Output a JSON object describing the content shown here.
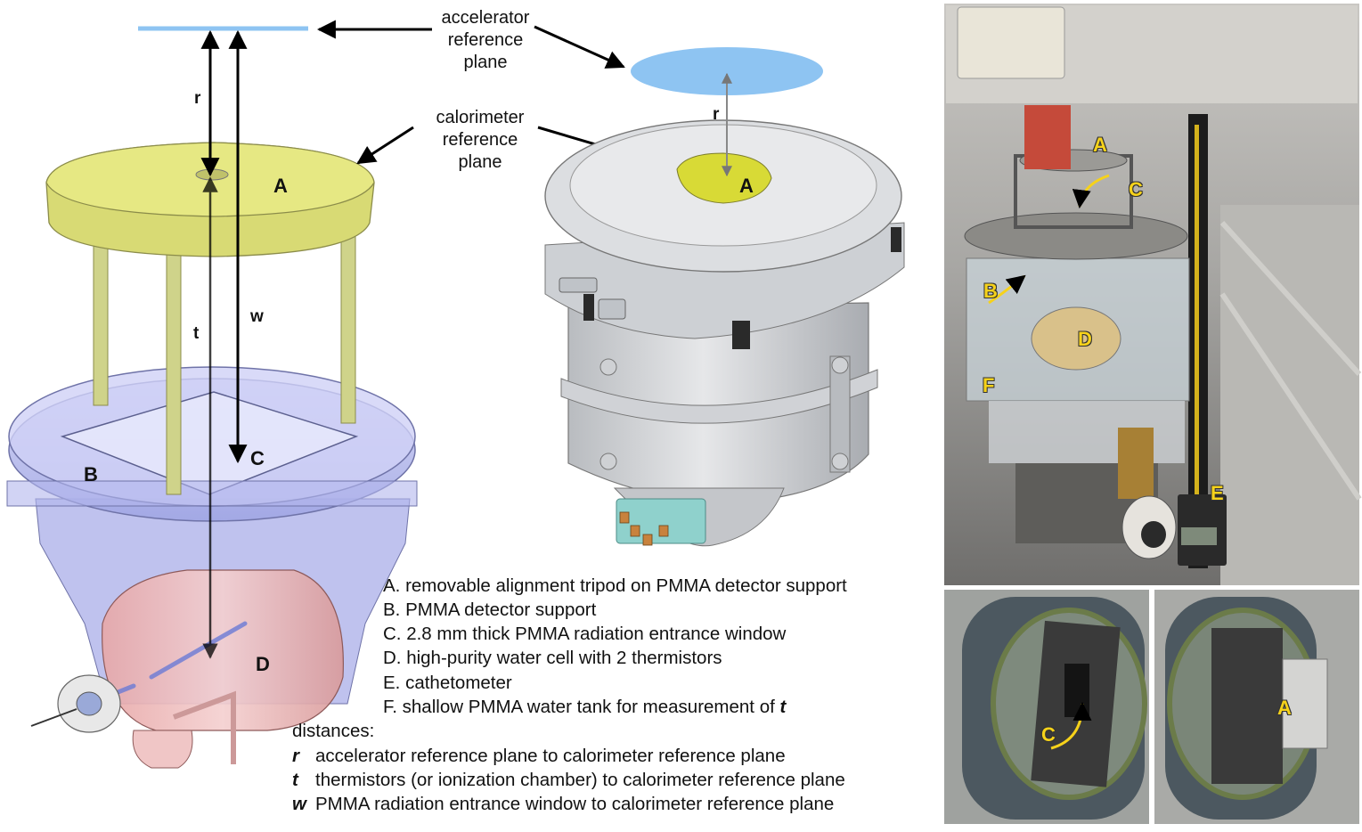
{
  "diagram": {
    "captions": {
      "accelerator_reference_plane": [
        "accelerator",
        "reference",
        "plane"
      ],
      "calorimeter_reference_plane": [
        "calorimeter",
        "reference",
        "plane"
      ]
    },
    "schematic_labels": {
      "A": "A",
      "B": "B",
      "C": "C",
      "D": "D",
      "r": "r",
      "w": "w",
      "t": "t"
    },
    "render_labels": {
      "A": "A",
      "r": "r"
    },
    "photo_labels": {
      "A": "A",
      "B": "B",
      "C": "C",
      "D": "D",
      "E": "E",
      "F": "F",
      "C_inset": "C",
      "A_inset": "A"
    },
    "legend": {
      "items": [
        {
          "key": "A.",
          "text": "removable alignment tripod on PMMA detector support"
        },
        {
          "key": "B.",
          "text": "PMMA detector support"
        },
        {
          "key": "C.",
          "text": "2.8 mm thick PMMA radiation entrance window"
        },
        {
          "key": "D.",
          "text": "high-purity water cell with 2 thermistors"
        },
        {
          "key": "E.",
          "text": "cathetometer"
        },
        {
          "key": "F.",
          "text": "shallow PMMA water tank for measurement of",
          "var": "t"
        }
      ],
      "distances_heading": "distances:",
      "distances": [
        {
          "sym": "r",
          "text": "accelerator reference plane to calorimeter reference plane"
        },
        {
          "sym": "t",
          "text": "thermistors (or ionization chamber) to calorimeter reference plane"
        },
        {
          "sym": "w",
          "text": "PMMA radiation entrance window to calorimeter reference plane"
        }
      ]
    },
    "colors": {
      "reference_plane": "#8ec4f2",
      "tripod": "#e2e37a",
      "detector_support": "#b3b6ee",
      "water_cell": "#eab1b1",
      "photo_label": "#f6d21a",
      "connector_box": "#8fd1cc"
    }
  }
}
